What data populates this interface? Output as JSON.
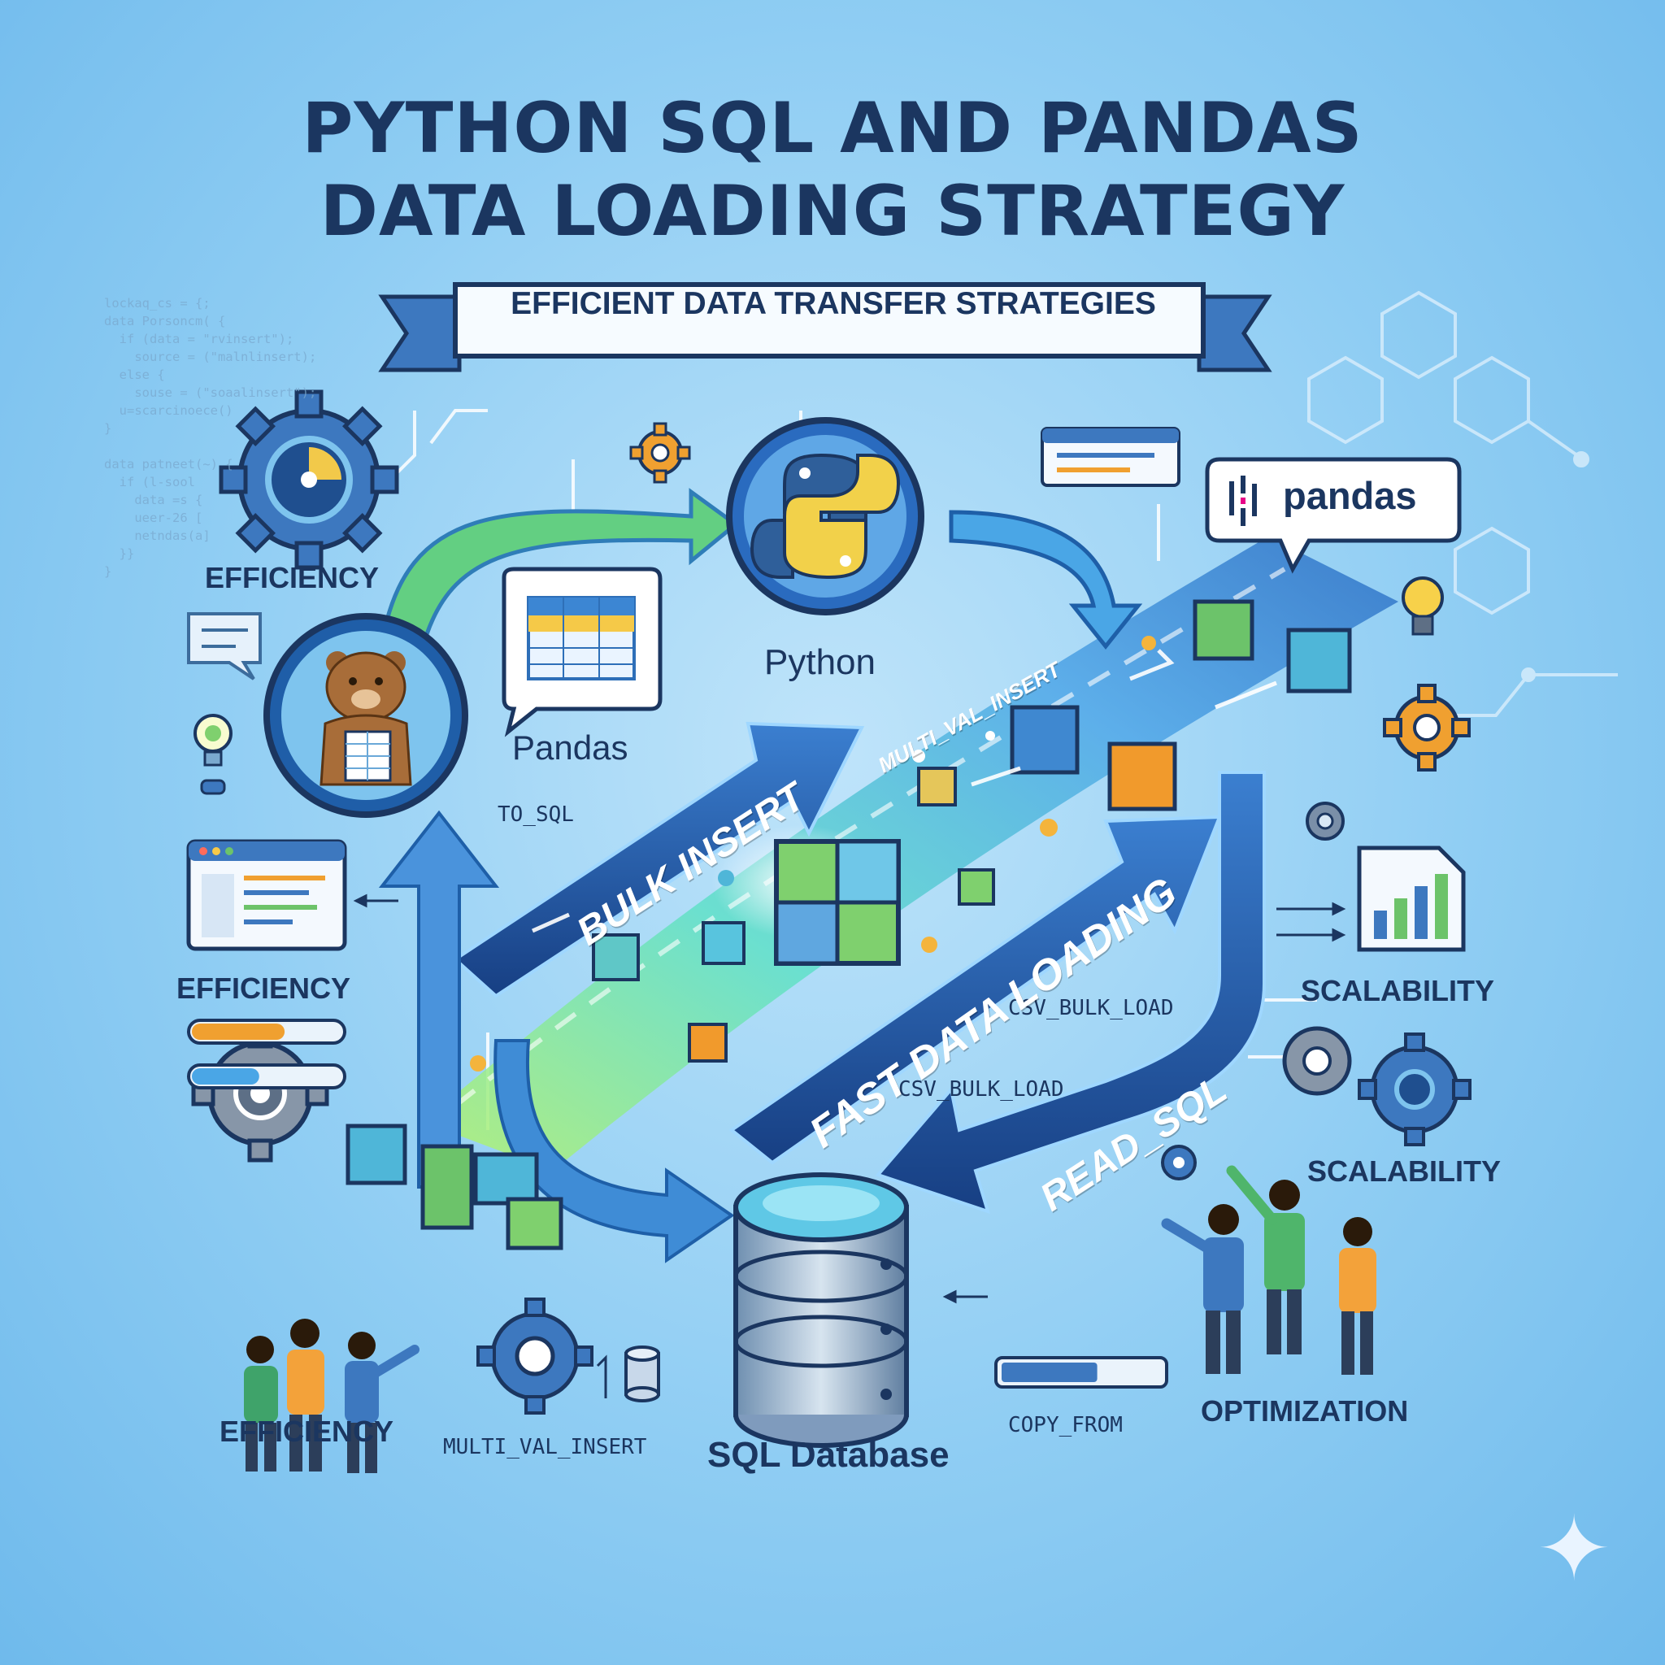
{
  "title": {
    "line1": "PYTHON SQL AND PANDAS",
    "line2": "DATA LOADING STRATEGY"
  },
  "banner": "EFFICIENT DATA TRANSFER STRATEGIES",
  "code_snippet": [
    "lockaq_cs = {;",
    "data Porsoncm( {",
    "  if (data = \"rvinsert\");",
    "    source = (\"malnlinsert);",
    "  else {",
    "    souse = (\"soaalinsert\");",
    "  u=scarcinoece()",
    "}",
    "",
    "data patneet(~) {",
    "  if (l-sool",
    "    data =s {",
    "    ueer-26 [",
    "    netndas(a]",
    "  }}",
    "}"
  ],
  "nodes": {
    "python": "Python",
    "pandas": "Pandas",
    "pandas_logo": "pandas",
    "database": "SQL Database"
  },
  "flows": {
    "bulk_insert": "BULK INSERT",
    "fast_loading": "FAST DATA LOADING",
    "read_sql": "READ_SQL"
  },
  "method_labels": {
    "to_sql": "TO_SQL",
    "multi_val_insert_top": "MULTI_VAL_INSERT",
    "csv_bulk_load_1": "CSV_BULK_LOAD",
    "csv_bulk_load_2": "CSV_BULK_LOAD",
    "multi_val_insert_bottom": "MULTI_VAL_INSERT",
    "copy_from": "COPY_FROM"
  },
  "benefit_labels": {
    "efficiency_1": "EFFICIENCY",
    "efficiency_2": "EFFICIENCY",
    "efficiency_3": "EFFICIENCY",
    "scalability_1": "SCALABILITY",
    "scalability_2": "SCALABILITY",
    "optimization": "OPTIMIZATION"
  },
  "progress_bars": {
    "efficiency_top": 0.62,
    "efficiency_bottom": 0.45,
    "copy_from": 0.6
  },
  "colors": {
    "navy": "#1b3660",
    "flow_blue": "#2e6fb8",
    "flow_green": "#5fd08a",
    "cube_teal": "#4fb6d8",
    "cube_green": "#6cc36a",
    "cube_orange": "#f19a2c",
    "gear_orange": "#f0a030"
  },
  "icons": [
    "gear-icon",
    "python-logo-icon",
    "pandas-bear-icon",
    "table-icon",
    "database-icon",
    "browser-window-icon",
    "chat-bubble-icon",
    "lightbulb-icon",
    "bar-chart-document-icon",
    "hexagon-network-icon",
    "people-group-icon",
    "sparkle-icon"
  ]
}
